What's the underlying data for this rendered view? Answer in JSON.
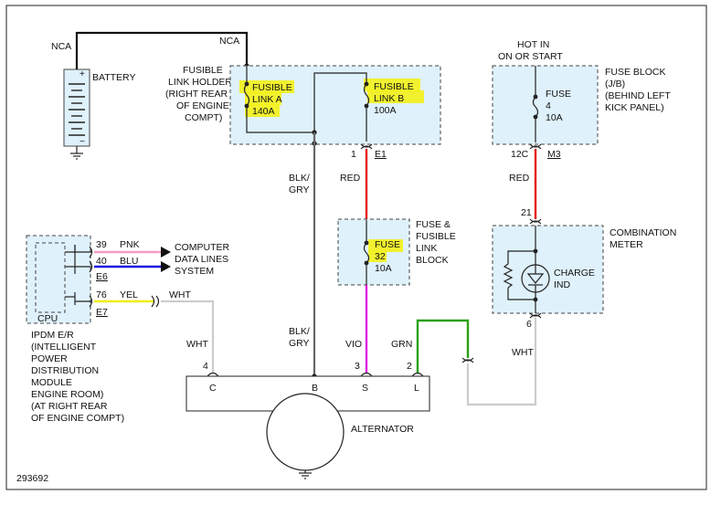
{
  "diagram_id": "293692",
  "battery": {
    "label": "BATTERY",
    "wire_left": "NCA",
    "wire_right": "NCA"
  },
  "fusible_link_holder": {
    "label_lines": [
      "FUSIBLE",
      "LINK HOLDER",
      "(RIGHT REAR",
      "OF ENGINE",
      "COMPT)"
    ],
    "link_a": [
      "FUSIBLE",
      "LINK A",
      "140A"
    ],
    "link_b": [
      "FUSIBLE",
      "LINK B",
      "100A"
    ],
    "connector_pin": "1",
    "connector": "E1"
  },
  "fuse_block": {
    "hot_lines": [
      "HOT IN",
      "ON OR START"
    ],
    "label_lines": [
      "FUSE BLOCK",
      "(J/B)",
      "(BEHIND LEFT",
      "KICK PANEL)"
    ],
    "fuse": [
      "FUSE",
      "4",
      "10A"
    ],
    "pin": "12C",
    "connector": "M3"
  },
  "fuse_fusible_block": {
    "label_lines": [
      "FUSE &",
      "FUSIBLE",
      "LINK",
      "BLOCK"
    ],
    "fuse": [
      "FUSE",
      "32",
      "10A"
    ]
  },
  "combination_meter": {
    "label_lines": [
      "COMBINATION",
      "METER"
    ],
    "pin_in": "21",
    "pin_out": "6",
    "ind": [
      "CHARGE",
      "IND"
    ]
  },
  "ipdm": {
    "cpu": "CPU",
    "label_lines": [
      "IPDM E/R",
      "(INTELLIGENT",
      "POWER",
      "DISTRIBUTION",
      "MODULE",
      "ENGINE ROOM)",
      "(AT RIGHT REAR",
      "OF ENGINE COMPT)"
    ],
    "pins": [
      {
        "num": "39",
        "color": "PNK"
      },
      {
        "num": "40",
        "color": "BLU"
      },
      {
        "num": "76",
        "color": "YEL"
      }
    ],
    "connectors": [
      "E6",
      "E7"
    ],
    "system_lines": [
      "COMPUTER",
      "DATA LINES",
      "SYSTEM"
    ]
  },
  "wires": {
    "blk_gry": [
      "BLK/",
      "GRY"
    ],
    "red": "RED",
    "vio": "VIO",
    "grn": "GRN",
    "wht": "WHT"
  },
  "alternator": {
    "label": "ALTERNATOR",
    "terminals": [
      "C",
      "B",
      "S",
      "L"
    ],
    "pins": [
      "4",
      "3",
      "2"
    ]
  },
  "colors": {
    "red": "#e41b13",
    "violet": "#e020e0",
    "green": "#2aa012",
    "pink": "#f49cc0",
    "blue": "#1515e0",
    "yellow": "#f0ee10",
    "white_wire": "#cccccc",
    "box_fill": "#dff1fb",
    "highlight": "#f4f10a"
  }
}
